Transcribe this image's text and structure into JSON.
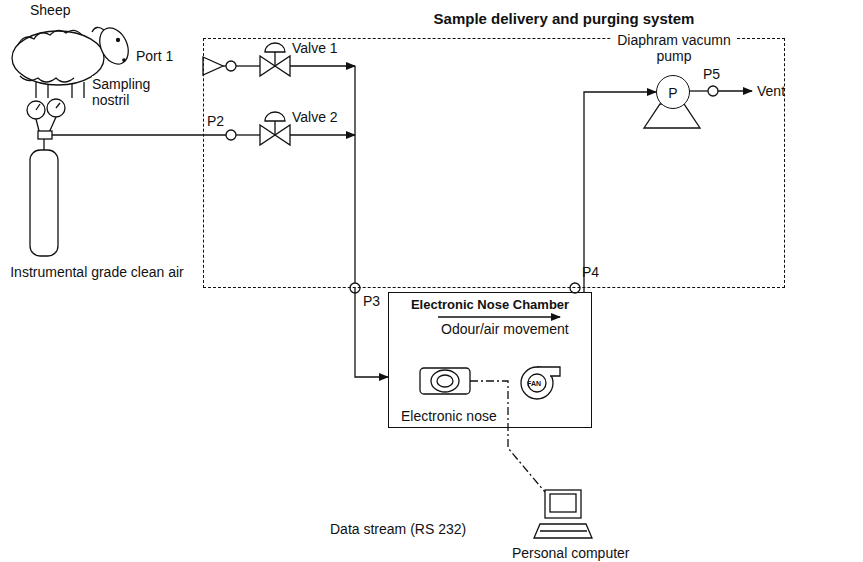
{
  "diagram": {
    "nodes": [
      {
        "text": [
          "Sample delivery and purging system"
        ]
      },
      {
        "text": [
          "Electronic Nose Chamber",
          "Odour/air movement",
          "Electronic nose"
        ]
      },
      {
        "text": [
          "Diaphram vacumn pump",
          "P"
        ],
        "in": 0
      }
    ],
    "edges": [
      {
        "from": 0,
        "to": 1,
        "arrow": "to"
      },
      {
        "from": 1,
        "to": 2,
        "arrow": "to"
      }
    ],
    "labels": [
      "Sheep",
      "Port 1",
      "Sampling nostril",
      "Valve 1",
      "Valve 2",
      "P2",
      "Instrumental grade clean air",
      "P3",
      "P4",
      "P5",
      "Vent",
      "FAN",
      "Data stream (RS 232)",
      "Personal computer"
    ]
  }
}
